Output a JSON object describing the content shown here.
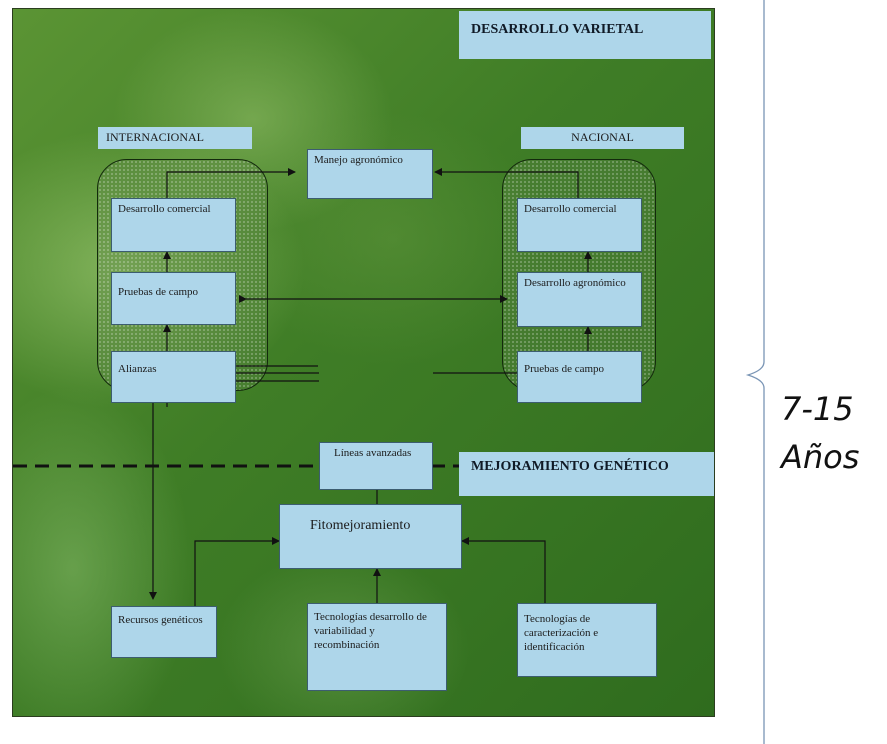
{
  "sections": {
    "top": "DESARROLLO VARIETAL",
    "bottom": "MEJORAMIENTO GENÉTICO"
  },
  "columns": {
    "left": "INTERNACIONAL",
    "right": "NACIONAL"
  },
  "nodes": {
    "manejo": "Manejo agronómico",
    "left_desarrollo_comercial": "Desarrollo comercial",
    "left_pruebas": "Pruebas de campo",
    "left_alianzas": "Alianzas",
    "right_desarrollo_comercial": "Desarrollo comercial",
    "right_desarrollo_agronomico": "Desarrollo agronómico",
    "right_pruebas": "Pruebas de campo",
    "lineas": "Líneas avanzadas",
    "fito": "Fitomejoramiento",
    "recursos": "Recursos genéticos",
    "tec_variabilidad": "Tecnologías desarrollo de variabilidad y recombinación",
    "tec_caracterizacion": "Tecnologías de caracterización e identificación"
  },
  "annotation": {
    "line1": "7-15",
    "line2": "Años"
  },
  "colors": {
    "box": "#aed6ea",
    "background": "#3f7d26",
    "arrow": "#111111",
    "brace": "#7a95b5"
  }
}
